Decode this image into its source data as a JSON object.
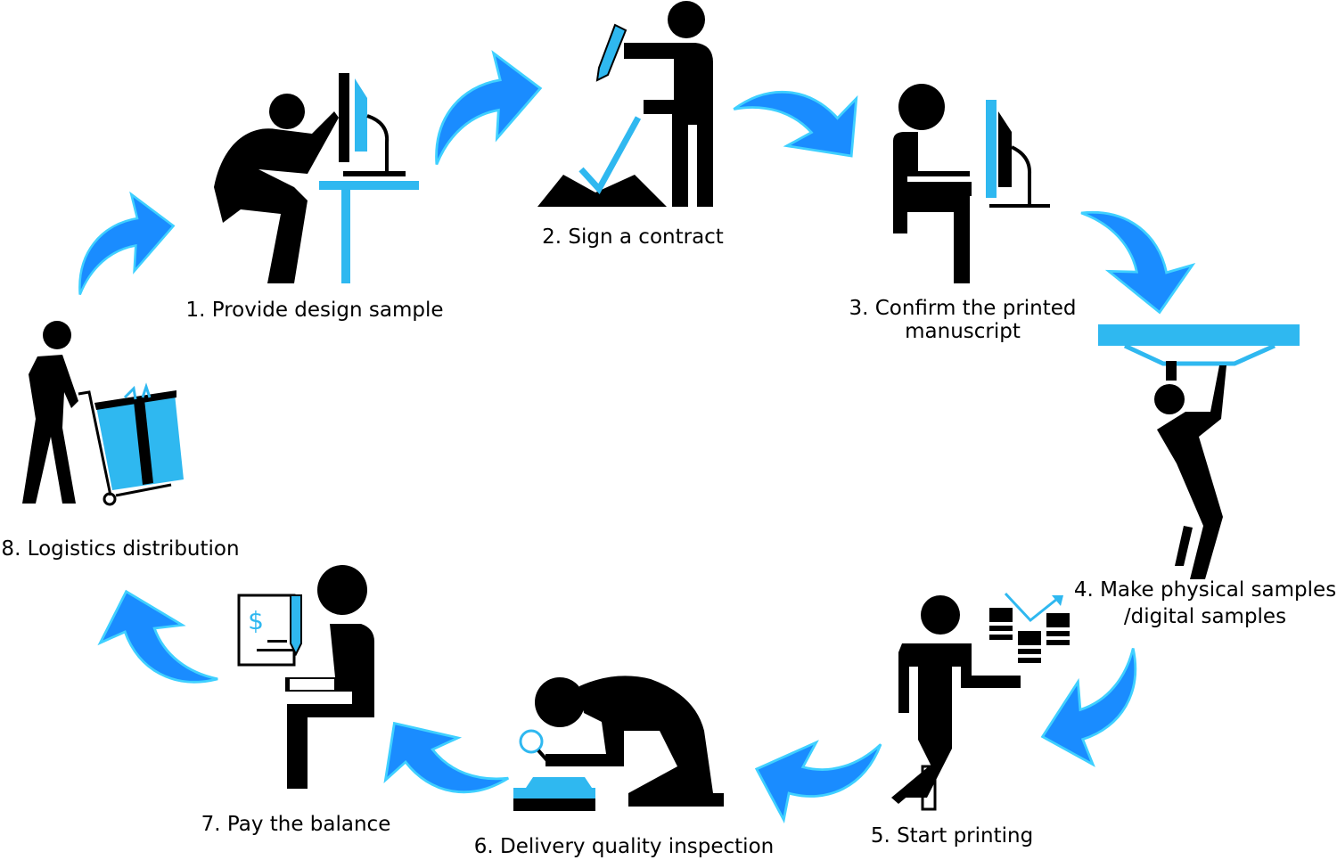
{
  "colors": {
    "accent": "#2fb8f0",
    "arrow": "#1a8cff",
    "arrow_edge": "#3fd0ff",
    "figure": "#000000"
  },
  "steps": [
    {
      "label": "1. Provide design sample",
      "icon": "designer-at-computer-icon"
    },
    {
      "label": "2. Sign a contract",
      "icon": "sign-contract-icon"
    },
    {
      "label_line1": "3. Confirm the printed",
      "label_line2": "manuscript",
      "icon": "person-at-monitor-icon"
    },
    {
      "label_line1": "4. Make physical samples",
      "label_line2": "/digital samples",
      "icon": "hanging-person-icon"
    },
    {
      "label": "5. Start printing",
      "icon": "printing-person-icon"
    },
    {
      "label": "6. Delivery quality inspection",
      "icon": "inspection-magnifier-icon"
    },
    {
      "label": "7. Pay the balance",
      "icon": "pay-invoice-icon"
    },
    {
      "label": "8. Logistics distribution",
      "icon": "delivery-cart-icon"
    }
  ],
  "invoice_symbol": "$"
}
